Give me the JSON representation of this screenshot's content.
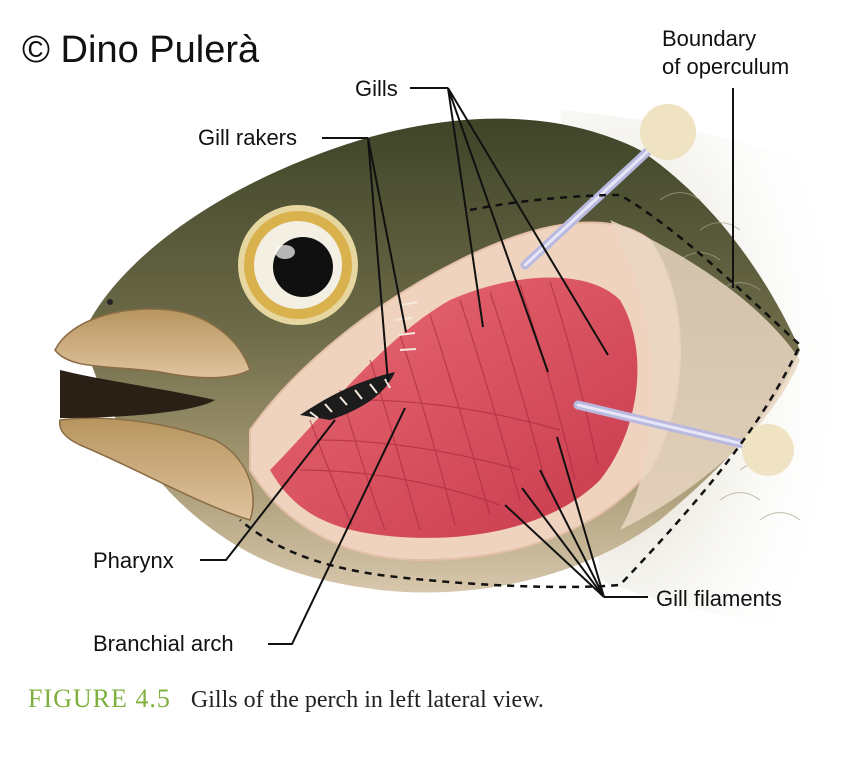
{
  "copyright": "© Dino Pulerà",
  "labels": {
    "gills": "Gills",
    "gill_rakers": "Gill rakers",
    "boundary_line1": "Boundary",
    "boundary_line2": "of operculum",
    "pharynx": "Pharynx",
    "branchial_arch": "Branchial arch",
    "gill_filaments": "Gill filaments"
  },
  "caption": {
    "figure_number": "FIGURE 4.5",
    "text": "Gills of the perch in left lateral view."
  },
  "colors": {
    "fish_back": "#5a5a3c",
    "fish_belly": "#cdb59a",
    "gill_red": "#e0515f",
    "flesh": "#efd3bf",
    "eye_ring": "#d9b24e",
    "probe": "#b9b9e0",
    "caption_accent": "#7fb03e"
  }
}
